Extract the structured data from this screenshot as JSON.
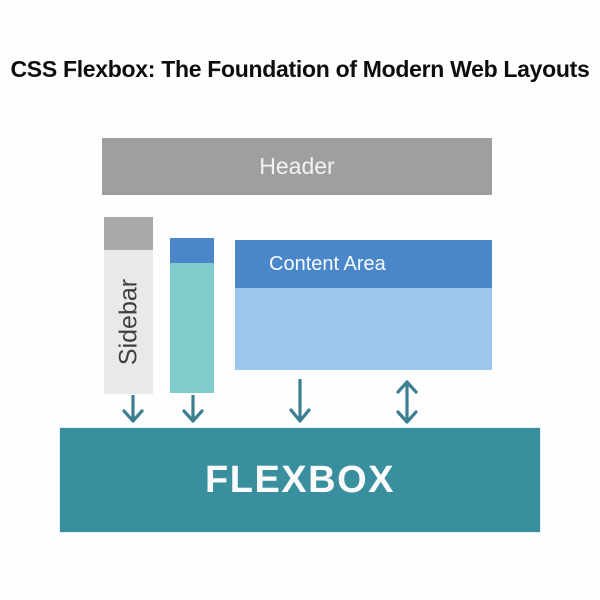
{
  "title": "CSS Flexbox: The Foundation of Modern Web Layouts",
  "diagram": {
    "header": {
      "label": "Header",
      "color": "#9f9f9f"
    },
    "sidebar": {
      "label": "Sidebar",
      "cap_color": "#a9a9a9",
      "body_color": "#e9e9e9"
    },
    "teal_column": {
      "cap_color": "#4a86c8",
      "body_color": "#7fcdca"
    },
    "content_area": {
      "label": "Content Area",
      "header_color": "#4a87c9",
      "body_color": "#9dc6ee"
    },
    "flexbox": {
      "label": "FLEXBOX",
      "color": "#398f9e"
    },
    "arrows": {
      "color": "#3b7f91",
      "items": [
        {
          "type": "down"
        },
        {
          "type": "down"
        },
        {
          "type": "down"
        },
        {
          "type": "double-vertical"
        }
      ]
    }
  }
}
